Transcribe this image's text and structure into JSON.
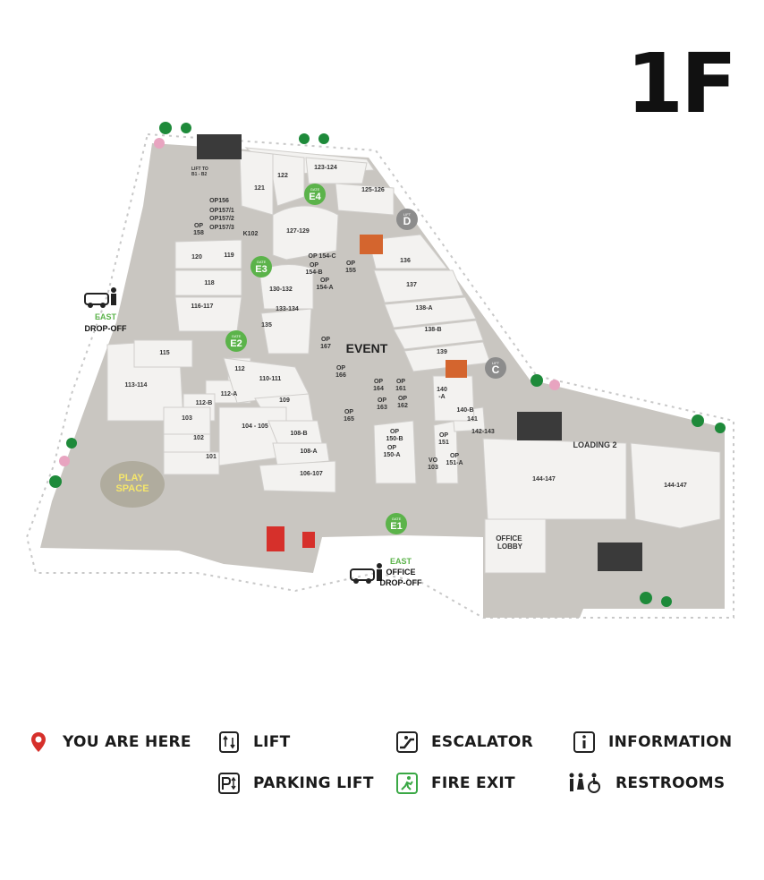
{
  "floor": {
    "title": "1F"
  },
  "colors": {
    "floor_path": "#c9c6c1",
    "unit_fill": "#f3f2f0",
    "unit_side": "#d9d7d3",
    "gate_green": "#5bb34a",
    "fire_exit_green": "#3aa845",
    "lift_grey": "#8c8c8c",
    "restroom_dark": "#3a3a3a",
    "highlight_red": "#d6302b",
    "highlight_orange": "#d4652e"
  },
  "gates": [
    {
      "id": "e1",
      "top": "GATE",
      "label": "E1"
    },
    {
      "id": "e2",
      "top": "GATE",
      "label": "E2"
    },
    {
      "id": "e3",
      "top": "GATE",
      "label": "E3"
    },
    {
      "id": "e4",
      "top": "GATE",
      "label": "E4"
    }
  ],
  "lifts": [
    {
      "id": "c",
      "top": "LIFT",
      "label": "C"
    },
    {
      "id": "d",
      "top": "LIFT",
      "label": "D"
    }
  ],
  "units": {
    "u121": "121",
    "u122": "122",
    "u123": "123-124",
    "u125": "125-126",
    "u127": "127-129",
    "uk102": "K102",
    "u120": "120",
    "u119": "119",
    "u118": "118",
    "u116": "116-117",
    "u130": "130-132",
    "u133": "133-134",
    "u135": "135",
    "u136": "136",
    "u137": "137",
    "u138a": "138-A",
    "u138b": "138-B",
    "u139": "139",
    "u140a": "140\n-A",
    "u140b": "140-B",
    "u141": "141",
    "u142": "142-143",
    "u144a": "144-147",
    "u144b": "144-147",
    "u115": "115",
    "u113": "113-114",
    "u112": "112",
    "u112a": "112-A",
    "u112b": "112-B",
    "u110": "110-111",
    "u109": "109",
    "u104": "104 - 105",
    "u103": "103",
    "u102": "102",
    "u101": "101",
    "u108b": "108-B",
    "u108a": "108-A",
    "u106": "106-107",
    "uop156": "OP156",
    "uop1571": "OP157/1",
    "uop1572": "OP157/2",
    "uop1573": "OP157/3",
    "uop158": "OP\n158",
    "uop154c": "OP 154-C",
    "uop154b": "OP\n154-B",
    "uop154a": "OP\n154-A",
    "uop155": "OP\n155",
    "uop167": "OP\n167",
    "u166": "OP\n166",
    "uop164": "OP\n164",
    "uop163": "OP\n163",
    "uop161": "OP\n161",
    "uop162": "OP\n162",
    "uop165": "OP\n165",
    "uop150b": "OP\n150-B",
    "uop150a": "OP\n150-A",
    "uop151": "OP\n151",
    "uop151a": "OP\n151-A",
    "uvo103": "VO\n103"
  },
  "labels": {
    "event": "EVENT",
    "play_space": "PLAY\nSPACE",
    "loading2": "LOADING 2",
    "office_lobby": "OFFICE\nLOBBY",
    "lift_to": "LIFT TO\nB1 - B2",
    "east_dropoff_top": "EAST",
    "east_dropoff_bottom": "DROP-OFF",
    "east_office_top": "EAST",
    "east_office_mid": "OFFICE",
    "east_office_bottom": "DROP-OFF"
  },
  "legend": [
    {
      "icon": "location-pin-icon",
      "label": "YOU ARE HERE"
    },
    {
      "icon": "lift-icon",
      "label": "LIFT"
    },
    {
      "icon": "escalator-icon",
      "label": "ESCALATOR"
    },
    {
      "icon": "information-icon",
      "label": "INFORMATION"
    },
    {
      "icon": "parking-lift-icon",
      "label": "PARKING LIFT"
    },
    {
      "icon": "fire-exit-icon",
      "label": "FIRE EXIT"
    },
    {
      "icon": "restrooms-icon",
      "label": "RESTROOMS"
    }
  ]
}
